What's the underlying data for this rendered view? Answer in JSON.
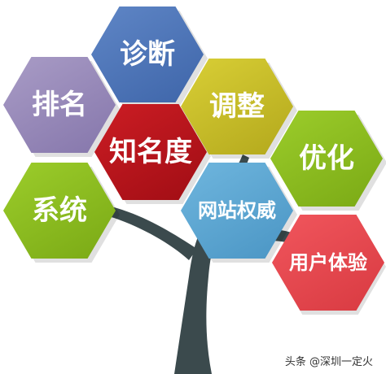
{
  "diagram": {
    "hexagons": [
      {
        "id": "diagnose",
        "label": "诊断",
        "color": "#4a72b6"
      },
      {
        "id": "ranking",
        "label": "排名",
        "color": "#9586b8"
      },
      {
        "id": "adjust",
        "label": "调整",
        "color": "#c8bd22"
      },
      {
        "id": "fame",
        "label": "知名度",
        "color": "#bb141b"
      },
      {
        "id": "optimize",
        "label": "优化",
        "color": "#8cbe1f"
      },
      {
        "id": "system",
        "label": "系统",
        "color": "#8cbe1f"
      },
      {
        "id": "authority",
        "label": "网站权威",
        "color": "#5aa6d2"
      },
      {
        "id": "ux",
        "label": "用户体验",
        "color": "#e8474e"
      }
    ],
    "tree_color": "#3b4a4d"
  },
  "watermark": "头条 @深圳一定火"
}
